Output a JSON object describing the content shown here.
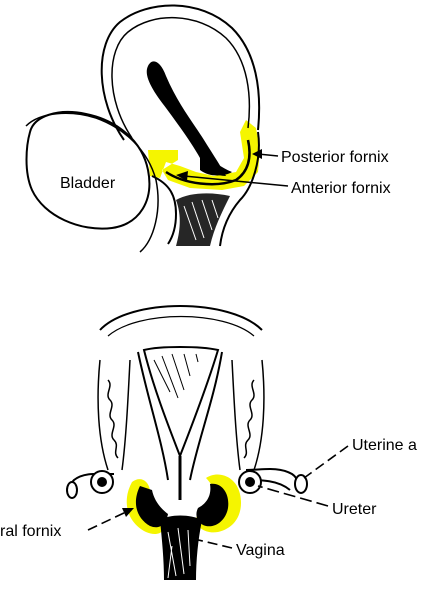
{
  "upper_figure": {
    "labels": {
      "bladder": "Bladder",
      "posterior_fornix": "Posterior fornix",
      "anterior_fornix": "Anterior fornix"
    }
  },
  "lower_figure": {
    "labels": {
      "uterine_artery": "Uterine a",
      "ureter": "Ureter",
      "lateral_fornix": "ral fornix",
      "vagina": "Vagina"
    }
  },
  "colors": {
    "highlight": "#f5f500",
    "ink": "#000000"
  }
}
